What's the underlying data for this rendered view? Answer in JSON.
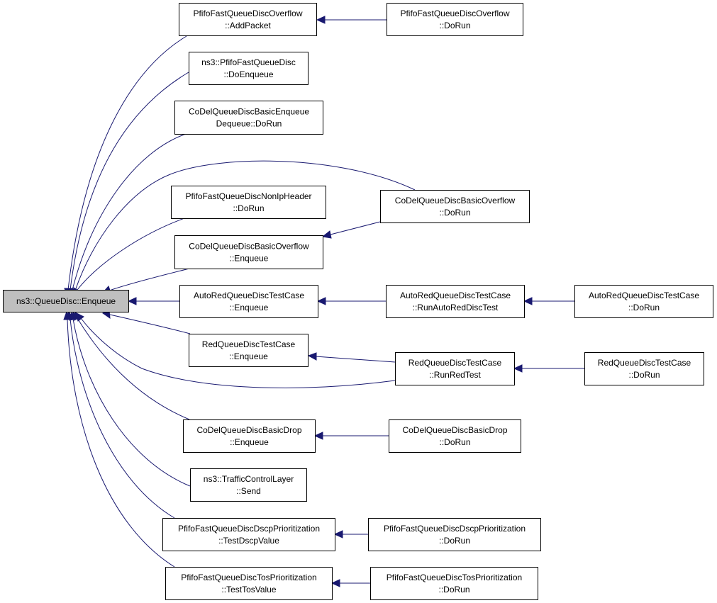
{
  "graph": {
    "title": "ns3::QueueDisc::Enqueue caller graph",
    "root": "enqueue",
    "colors": {
      "edge": "#191970",
      "root_fill": "#bfbfbf",
      "node_fill": "#ffffff",
      "border": "#000000"
    },
    "nodes": [
      {
        "id": "enqueue",
        "lines": [
          "ns3::QueueDisc::Enqueue"
        ]
      },
      {
        "id": "pf_overflow_add",
        "lines": [
          "PfifoFastQueueDiscOverflow",
          "::AddPacket"
        ]
      },
      {
        "id": "pf_overflow_run",
        "lines": [
          "PfifoFastQueueDiscOverflow",
          "::DoRun"
        ]
      },
      {
        "id": "pf_doenqueue",
        "lines": [
          "ns3::PfifoFastQueueDisc",
          "::DoEnqueue"
        ]
      },
      {
        "id": "codel_basic_enq_deq",
        "lines": [
          "CoDelQueueDiscBasicEnqueue",
          "Dequeue::DoRun"
        ]
      },
      {
        "id": "pf_nonip",
        "lines": [
          "PfifoFastQueueDiscNonIpHeader",
          "::DoRun"
        ]
      },
      {
        "id": "codel_overflow_run",
        "lines": [
          "CoDelQueueDiscBasicOverflow",
          "::DoRun"
        ]
      },
      {
        "id": "codel_overflow_enq",
        "lines": [
          "CoDelQueueDiscBasicOverflow",
          "::Enqueue"
        ]
      },
      {
        "id": "autored_enq",
        "lines": [
          "AutoRedQueueDiscTestCase",
          "::Enqueue"
        ]
      },
      {
        "id": "autored_runtest",
        "lines": [
          "AutoRedQueueDiscTestCase",
          "::RunAutoRedDiscTest"
        ]
      },
      {
        "id": "autored_dorun",
        "lines": [
          "AutoRedQueueDiscTestCase",
          "::DoRun"
        ]
      },
      {
        "id": "red_enq",
        "lines": [
          "RedQueueDiscTestCase",
          "::Enqueue"
        ]
      },
      {
        "id": "red_runtest",
        "lines": [
          "RedQueueDiscTestCase",
          "::RunRedTest"
        ]
      },
      {
        "id": "red_dorun",
        "lines": [
          "RedQueueDiscTestCase",
          "::DoRun"
        ]
      },
      {
        "id": "codel_drop_enq",
        "lines": [
          "CoDelQueueDiscBasicDrop",
          "::Enqueue"
        ]
      },
      {
        "id": "codel_drop_run",
        "lines": [
          "CoDelQueueDiscBasicDrop",
          "::DoRun"
        ]
      },
      {
        "id": "tcl_send",
        "lines": [
          "ns3::TrafficControlLayer",
          "::Send"
        ]
      },
      {
        "id": "pf_dscp_test",
        "lines": [
          "PfifoFastQueueDiscDscpPrioritization",
          "::TestDscpValue"
        ]
      },
      {
        "id": "pf_dscp_run",
        "lines": [
          "PfifoFastQueueDiscDscpPrioritization",
          "::DoRun"
        ]
      },
      {
        "id": "pf_tos_test",
        "lines": [
          "PfifoFastQueueDiscTosPrioritization",
          "::TestTosValue"
        ]
      },
      {
        "id": "pf_tos_run",
        "lines": [
          "PfifoFastQueueDiscTosPrioritization",
          "::DoRun"
        ]
      }
    ],
    "edges": [
      {
        "from": "pf_overflow_add",
        "to": "enqueue"
      },
      {
        "from": "pf_overflow_run",
        "to": "pf_overflow_add"
      },
      {
        "from": "pf_doenqueue",
        "to": "enqueue"
      },
      {
        "from": "codel_basic_enq_deq",
        "to": "enqueue"
      },
      {
        "from": "codel_overflow_run",
        "to": "enqueue"
      },
      {
        "from": "codel_overflow_run",
        "to": "codel_overflow_enq"
      },
      {
        "from": "pf_nonip",
        "to": "enqueue"
      },
      {
        "from": "codel_overflow_enq",
        "to": "enqueue"
      },
      {
        "from": "autored_enq",
        "to": "enqueue"
      },
      {
        "from": "autored_runtest",
        "to": "autored_enq"
      },
      {
        "from": "autored_dorun",
        "to": "autored_runtest"
      },
      {
        "from": "red_enq",
        "to": "enqueue"
      },
      {
        "from": "red_runtest",
        "to": "red_enq"
      },
      {
        "from": "red_runtest",
        "to": "enqueue"
      },
      {
        "from": "red_dorun",
        "to": "red_runtest"
      },
      {
        "from": "codel_drop_enq",
        "to": "enqueue"
      },
      {
        "from": "codel_drop_run",
        "to": "codel_drop_enq"
      },
      {
        "from": "tcl_send",
        "to": "enqueue"
      },
      {
        "from": "pf_dscp_test",
        "to": "enqueue"
      },
      {
        "from": "pf_dscp_run",
        "to": "pf_dscp_test"
      },
      {
        "from": "pf_tos_test",
        "to": "enqueue"
      },
      {
        "from": "pf_tos_run",
        "to": "pf_tos_test"
      }
    ]
  }
}
